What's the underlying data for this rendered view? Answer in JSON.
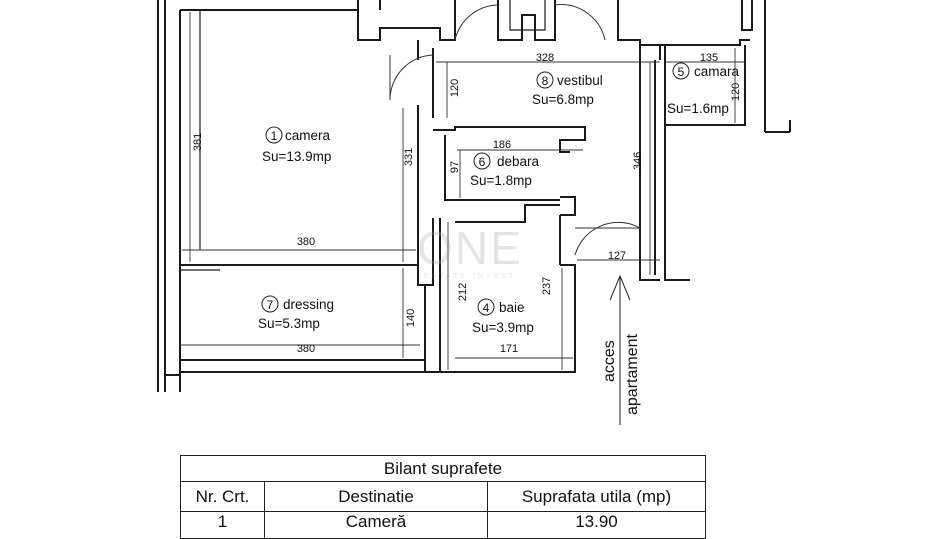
{
  "rooms": [
    {
      "num": "1",
      "name": "camera",
      "area": "Su=13.9mp"
    },
    {
      "num": "4",
      "name": "baie",
      "area": "Su=3.9mp"
    },
    {
      "num": "5",
      "name": "camara",
      "area": "Su=1.6mp"
    },
    {
      "num": "6",
      "name": "debara",
      "area": "Su=1.8mp"
    },
    {
      "num": "7",
      "name": "dressing",
      "area": "Su=5.3mp"
    },
    {
      "num": "8",
      "name": "vestibul",
      "area": "Su=6.8mp"
    }
  ],
  "dimensions": {
    "camera_height": "381",
    "camera_width": "380",
    "camera_right": "331",
    "vestibul_width": "328",
    "vestibul_left": "120",
    "vestibul_right": "346",
    "camara_width": "135",
    "camara_height": "120",
    "debara_width": "186",
    "debara_height": "97",
    "door_width": "127",
    "baie_left": "212",
    "baie_right": "237",
    "baie_width": "171",
    "dressing_height": "140",
    "dressing_width": "380"
  },
  "access_label": {
    "line1": "acces",
    "line2": "apartament"
  },
  "watermark": {
    "main": "ONE",
    "sub": "ESTATE INVEST"
  },
  "table": {
    "caption": "Bilant suprafete",
    "headers": [
      "Nr. Crt.",
      "Destinatie",
      "Suprafata utila (mp)"
    ],
    "rows": [
      {
        "nr": "1",
        "dest": "Cameră",
        "area": "13.90"
      }
    ]
  }
}
